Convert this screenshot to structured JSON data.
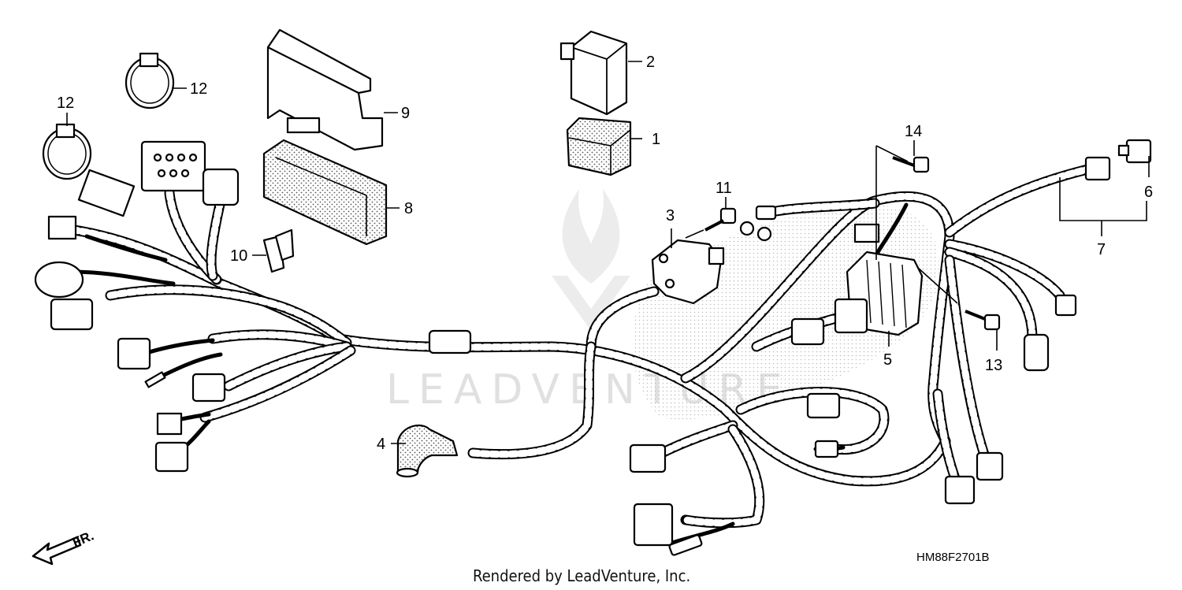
{
  "callouts": [
    {
      "id": "c1",
      "label": "1"
    },
    {
      "id": "c2",
      "label": "2"
    },
    {
      "id": "c3",
      "label": "3"
    },
    {
      "id": "c4",
      "label": "4"
    },
    {
      "id": "c5",
      "label": "5"
    },
    {
      "id": "c6",
      "label": "6"
    },
    {
      "id": "c7",
      "label": "7"
    },
    {
      "id": "c8",
      "label": "8"
    },
    {
      "id": "c9",
      "label": "9"
    },
    {
      "id": "c10",
      "label": "10"
    },
    {
      "id": "c11",
      "label": "11"
    },
    {
      "id": "c12a",
      "label": "12"
    },
    {
      "id": "c12b",
      "label": "12"
    },
    {
      "id": "c13",
      "label": "13"
    },
    {
      "id": "c14",
      "label": "14"
    }
  ],
  "diagram_code": "HM88F2701B",
  "credit": "Rendered by LeadVenture, Inc.",
  "front_arrow_label": "FR.",
  "watermark": "LEADVENTURE",
  "icons": [
    "front-direction-arrow-icon",
    "leadventure-watermark-icon"
  ]
}
